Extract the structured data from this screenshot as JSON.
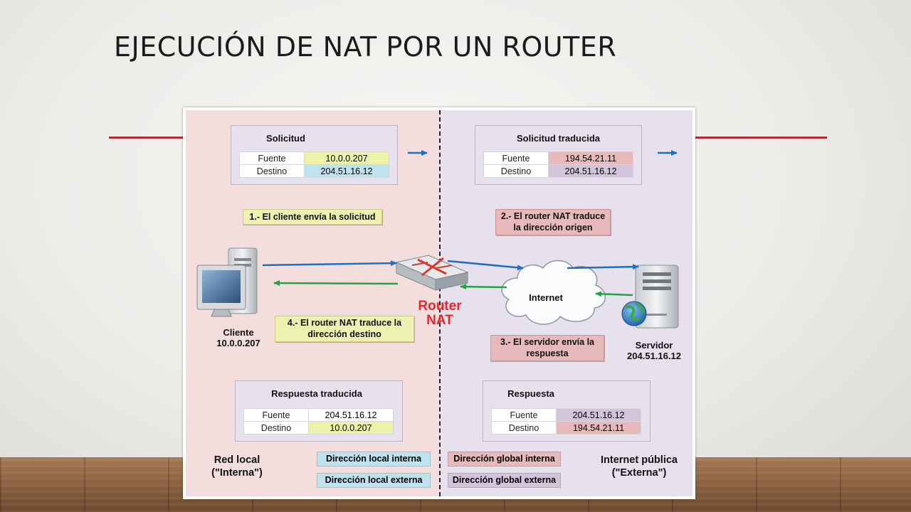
{
  "slide": {
    "title": "EJECUCIÓN DE NAT POR UN ROUTER"
  },
  "colors": {
    "accent_line": "#b72a3a",
    "local_panel": "#f3dedd",
    "internet_panel": "#e7e1ee",
    "router_label": "#e8262a"
  },
  "diagram": {
    "solicitud": {
      "title": "Solicitud",
      "rows": [
        {
          "key": "Fuente",
          "value": "10.0.0.207"
        },
        {
          "key": "Destino",
          "value": "204.51.16.12"
        }
      ]
    },
    "solicitud_traducida": {
      "title": "Solicitud traducida",
      "rows": [
        {
          "key": "Fuente",
          "value": "194.54.21.11"
        },
        {
          "key": "Destino",
          "value": "204.51.16.12"
        }
      ]
    },
    "respuesta_traducida": {
      "title": "Respuesta traducida",
      "rows": [
        {
          "key": "Fuente",
          "value": "204.51.16.12"
        },
        {
          "key": "Destino",
          "value": "10.0.0.207"
        }
      ]
    },
    "respuesta": {
      "title": "Respuesta",
      "rows": [
        {
          "key": "Fuente",
          "value": "204.51.16.12"
        },
        {
          "key": "Destino",
          "value": "194.54.21.11"
        }
      ]
    },
    "steps": {
      "s1": "1.- El cliente envía la solicitud",
      "s2_line1": "2.- El router NAT traduce",
      "s2_line2": "la dirección origen",
      "s3_line1": "3.- El servidor envía la",
      "s3_line2": "respuesta",
      "s4_line1": "4.- El router NAT traduce la",
      "s4_line2": "dirección destino"
    },
    "client": {
      "name": "Cliente",
      "ip": "10.0.0.207"
    },
    "server": {
      "name": "Servidor",
      "ip": "204.51.16.12"
    },
    "router": {
      "line1": "Router",
      "line2": "NAT"
    },
    "cloud": {
      "label": "Internet"
    },
    "zones": {
      "local_line1": "Red local",
      "local_line2": "(\"Interna\")",
      "public_line1": "Internet pública",
      "public_line2": "(\"Externa\")"
    },
    "legend": {
      "local_interna": "Dirección local interna",
      "local_externa": "Dirección local externa",
      "global_interna": "Dirección global  interna",
      "global_externa": "Dirección global externa"
    }
  }
}
